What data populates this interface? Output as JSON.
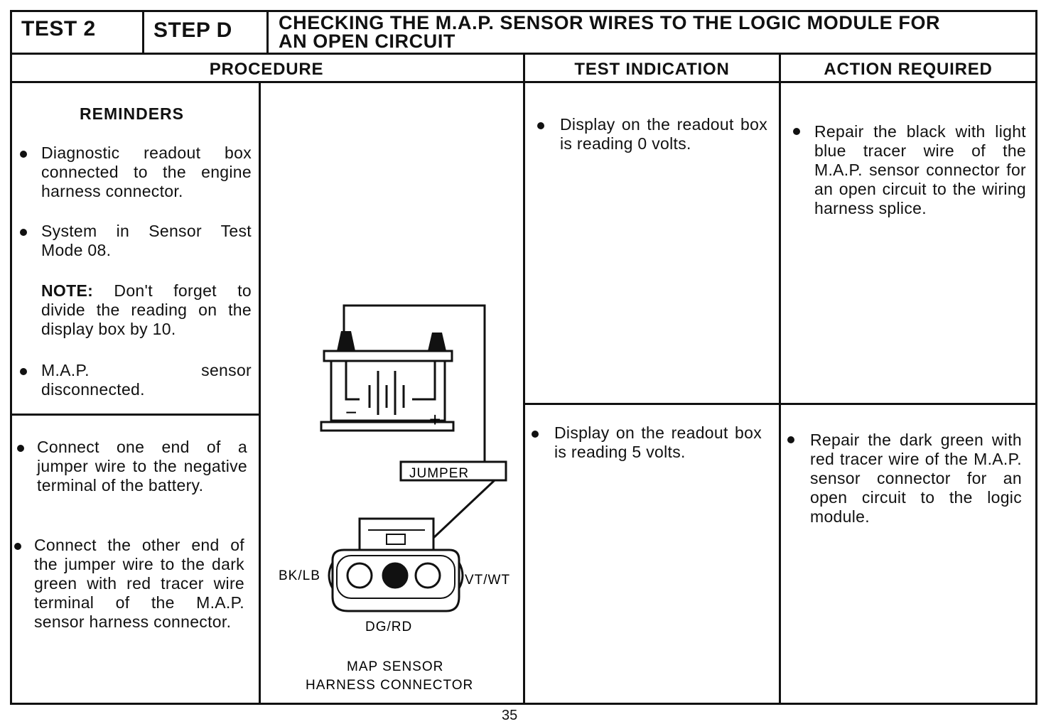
{
  "header": {
    "test_label": "TEST 2",
    "step_label": "STEP D",
    "title_line1": "CHECKING THE M.A.P. SENSOR WIRES TO THE LOGIC MODULE FOR",
    "title_line2": "AN OPEN CIRCUIT"
  },
  "columns": {
    "procedure": "PROCEDURE",
    "test_indication": "TEST INDICATION",
    "action_required": "ACTION REQUIRED"
  },
  "reminders": {
    "heading": "REMINDERS",
    "items": [
      "Diagnostic readout box connected to the engine harness connector.",
      "System in Sensor Test Mode 08."
    ],
    "note_label": "NOTE:",
    "note_text": " Don't forget to divide the reading on the display box by 10.",
    "last_item": "M.A.P. sensor disconnected."
  },
  "procedure_steps": [
    "Connect one end of a jumper wire to the negative terminal of the battery.",
    "Connect the other end of the jumper wire to the dark green with red tracer wire terminal of the M.A.P. sensor harness connector."
  ],
  "diagram": {
    "jumper_label": "JUMPER",
    "plus_sign": "+",
    "minus_sign": "−",
    "left_pin": "BK/LB",
    "right_pin": "VT/WT",
    "center_pin": "DG/RD",
    "caption_line1": "MAP SENSOR",
    "caption_line2": "HARNESS CONNECTOR"
  },
  "results": [
    {
      "indication": "Display on the readout box is reading 0 volts.",
      "action": "Repair the black with light blue tracer wire of the M.A.P. sensor connector for an open circuit to the wiring harness splice."
    },
    {
      "indication": "Display on the readout box is reading 5 volts.",
      "action": "Repair the dark green with red tracer wire of the M.A.P. sensor connector for an open circuit to the logic module."
    }
  ],
  "page_number": "35"
}
